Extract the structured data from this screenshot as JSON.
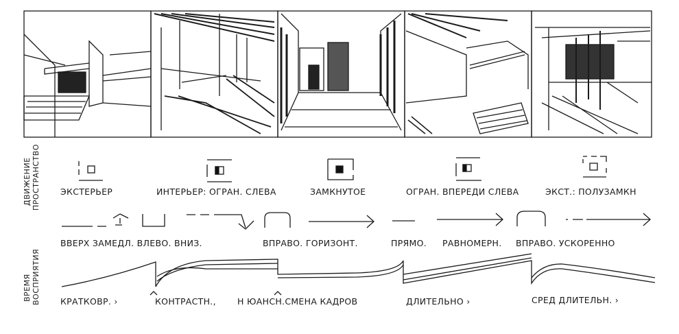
{
  "side_labels": {
    "row1_line1": "ДВИЖЕНИЕ",
    "row1_line2": "ПРОСТРАНСТВО",
    "row2_line1": "ВРЕМЯ",
    "row2_line2": "ВОСПРИЯТИЯ"
  },
  "space_labels": [
    "ЭКСТЕРЬЕР",
    "ИНТЕРЬЕР: ОГРАН. СЛЕВА",
    "ЗАМКНУТОЕ",
    "ОГРАН. ВПЕРЕДИ СЛЕВА",
    "ЭКСТ.: ПОЛУЗАМКН"
  ],
  "movement_labels": [
    "ВВЕРХ ЗАМЕДЛ. ВЛЕВО. ВНИЗ.",
    "ВПРАВО. ГОРИЗОНТ.",
    "ПРЯМО.",
    "РАВНОМЕРН.",
    "ВПРАВО. УСКОРЕННО"
  ],
  "time_labels": [
    "КРАТКОВР. ›",
    "КОНТРАСТН.,",
    "Н ЮАНСН.СМЕНА КАДРОВ",
    "ДЛИТЕЛЬНО ›",
    "СРЕД ДЛИТЕЛЬН. ›"
  ],
  "panels": [
    "sketch-exterior",
    "sketch-interior-left",
    "sketch-enclosed",
    "sketch-front-left",
    "sketch-semi-enclosed"
  ]
}
